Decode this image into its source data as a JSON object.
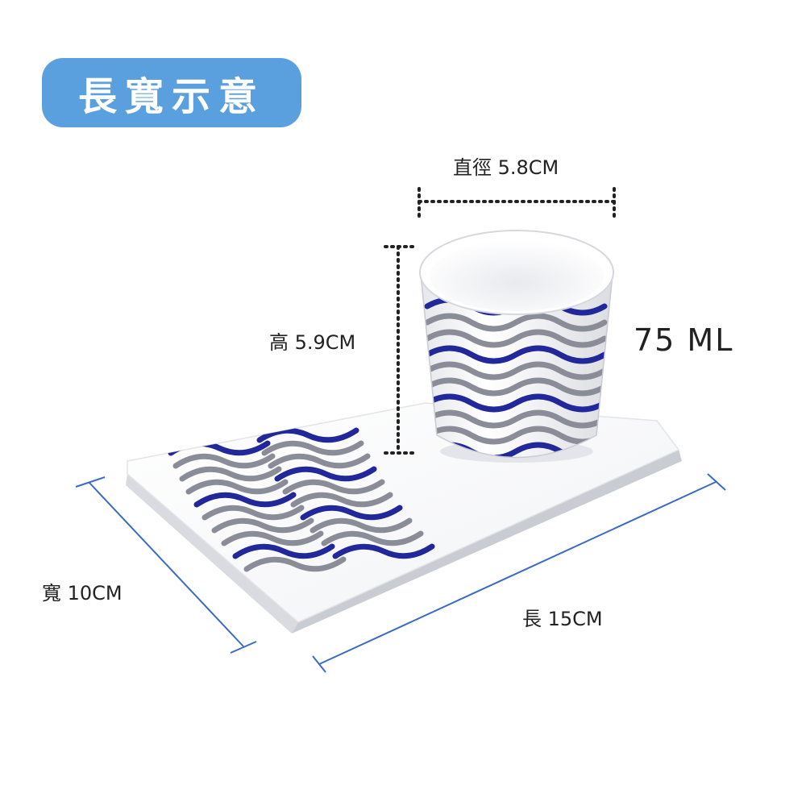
{
  "title": "長寬示意",
  "labels": {
    "diameter": "直徑 5.8CM",
    "height": "高 5.9CM",
    "volume": "75 ML",
    "width": "寬 10CM",
    "length": "長 15CM"
  },
  "colors": {
    "badge": "#5a9fde",
    "dimension_line": "#3a6bc4",
    "pattern_blue": "#22279a",
    "pattern_gray": "#8a8d98",
    "text": "#222222"
  }
}
